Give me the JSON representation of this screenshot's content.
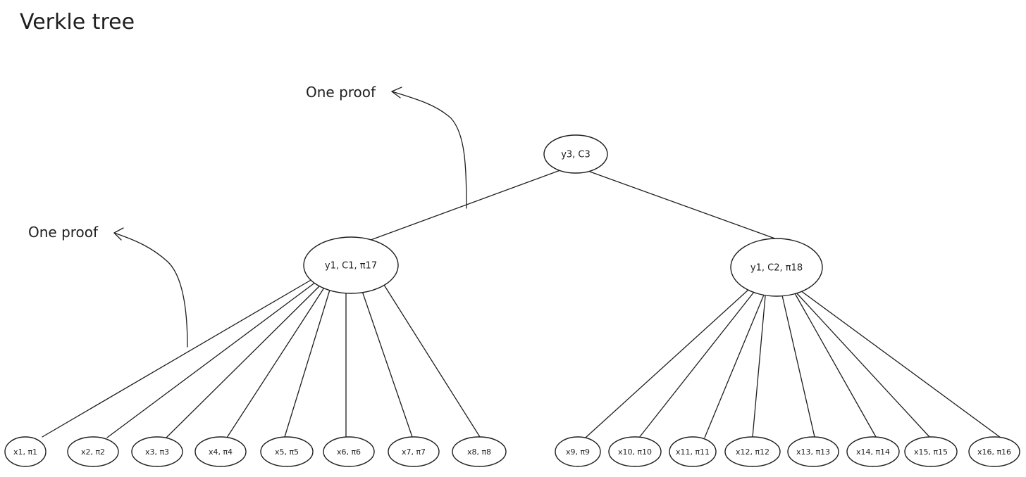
{
  "title": "Verkle tree",
  "colors": {
    "ink": "#1e1e1e",
    "highlight": "#c92a2a"
  },
  "annotations": [
    {
      "id": "upper",
      "label": "One proof"
    },
    {
      "id": "lower",
      "label": "One proof"
    }
  ],
  "nodes": [
    {
      "id": "root",
      "label": "y3, C3",
      "highlighted": false
    },
    {
      "id": "left",
      "label": "y1, C1, π17",
      "highlighted": true
    },
    {
      "id": "right",
      "label": "y1, C2, π18",
      "highlighted": false
    },
    {
      "id": "l1",
      "label": "x1, π1",
      "highlighted": true
    },
    {
      "id": "l2",
      "label": "x2, π2",
      "highlighted": false
    },
    {
      "id": "l3",
      "label": "x3, π3",
      "highlighted": false
    },
    {
      "id": "l4",
      "label": "x4, π4",
      "highlighted": false
    },
    {
      "id": "l5",
      "label": "x5, π5",
      "highlighted": false
    },
    {
      "id": "l6",
      "label": "x6, π6",
      "highlighted": false
    },
    {
      "id": "l7",
      "label": "x7, π7",
      "highlighted": false
    },
    {
      "id": "l8",
      "label": "x8, π8",
      "highlighted": false
    },
    {
      "id": "l9",
      "label": "x9, π9",
      "highlighted": false
    },
    {
      "id": "l10",
      "label": "x10, π10",
      "highlighted": false
    },
    {
      "id": "l11",
      "label": "x11, π11",
      "highlighted": false
    },
    {
      "id": "l12",
      "label": "x12, π12",
      "highlighted": false
    },
    {
      "id": "l13",
      "label": "x13, π13",
      "highlighted": false
    },
    {
      "id": "l14",
      "label": "x14, π14",
      "highlighted": false
    },
    {
      "id": "l15",
      "label": "x15, π15",
      "highlighted": false
    },
    {
      "id": "l16",
      "label": "x16, π16",
      "highlighted": false
    }
  ],
  "edges": [
    [
      "root",
      "left"
    ],
    [
      "root",
      "right"
    ],
    [
      "left",
      "l1"
    ],
    [
      "left",
      "l2"
    ],
    [
      "left",
      "l3"
    ],
    [
      "left",
      "l4"
    ],
    [
      "left",
      "l5"
    ],
    [
      "left",
      "l6"
    ],
    [
      "left",
      "l7"
    ],
    [
      "left",
      "l8"
    ],
    [
      "right",
      "l9"
    ],
    [
      "right",
      "l10"
    ],
    [
      "right",
      "l11"
    ],
    [
      "right",
      "l12"
    ],
    [
      "right",
      "l13"
    ],
    [
      "right",
      "l14"
    ],
    [
      "right",
      "l15"
    ],
    [
      "right",
      "l16"
    ]
  ]
}
